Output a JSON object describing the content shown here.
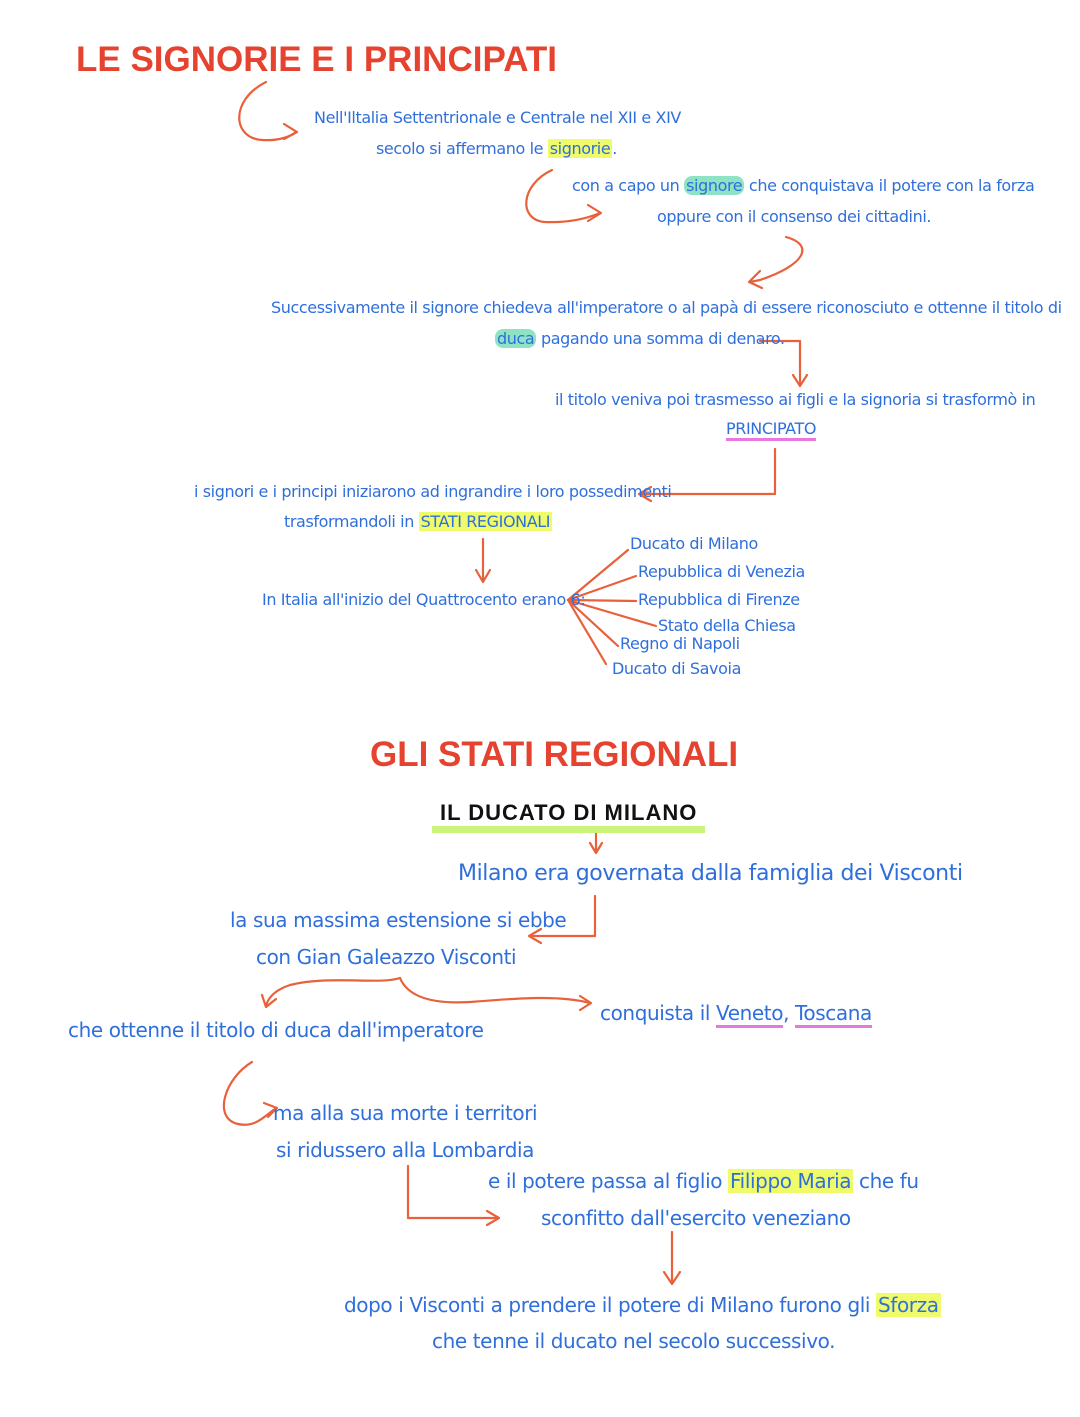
{
  "section1": {
    "title": "LE SIGNORIE E I PRINCIPATI",
    "line1": "Nell'Iltalia Settentrionale e Centrale nel XII e XIV",
    "line2_a": "secolo si affermano le ",
    "line2_hl": "signorie",
    "line2_b": ".",
    "line3_a": "con a capo un ",
    "line3_hl": "signore",
    "line3_b": " che conquistava il potere con la forza",
    "line4": "oppure con il consenso dei cittadini.",
    "line5": "Successivamente il signore chiedeva all'imperatore o al papà di essere riconosciuto e ottenne il titolo di",
    "line6_hl": "duca",
    "line6_b": " pagando una somma di denaro.",
    "line7": "il titolo veniva poi trasmesso ai figli e la signoria si trasformò in",
    "line8": "PRINCIPATO",
    "line9": "i signori e i principi iniziarono ad ingrandire i loro possedimenti",
    "line10_a": "trasformandoli in ",
    "line10_hl": "STATI REGIONALI",
    "line11": "In Italia all'inizio del Quattrocento erano 6:",
    "states": [
      "Ducato di Milano",
      "Repubblica di Venezia",
      "Repubblica di Firenze",
      "Stato della Chiesa",
      "Regno di Napoli",
      "Ducato di Savoia"
    ]
  },
  "section2": {
    "title": "GLI STATI REGIONALI",
    "subtitle": "IL DUCATO DI MILANO",
    "line1": "Milano era governata dalla famiglia dei Visconti",
    "line2": "la sua massima estensione si ebbe",
    "line3": "con Gian Galeazzo Visconti",
    "line4": "che ottenne il titolo di duca dall'imperatore",
    "line5_a": "conquista il ",
    "line5_v": "Veneto",
    "line5_sep": ", ",
    "line5_t": "Toscana",
    "line6": "ma alla sua morte i territori",
    "line7": "si ridussero alla Lombardia",
    "line8_a": "e il potere passa al figlio ",
    "line8_hl": "Filippo Maria",
    "line8_b": " che fu",
    "line9": "sconfitto dall'esercito veneziano",
    "line10_a": "dopo i Visconti a prendere il potere di Milano furono gli ",
    "line10_hl": "Sforza",
    "line11": "che tenne il ducato nel secolo successivo."
  },
  "colors": {
    "title": "#e5432f",
    "text": "#2f6fdc",
    "arrow": "#e8613a",
    "highlight_teal": "#8fe3c5",
    "highlight_yellow": "#f0fb6a",
    "underline_pink": "#e878e0"
  }
}
